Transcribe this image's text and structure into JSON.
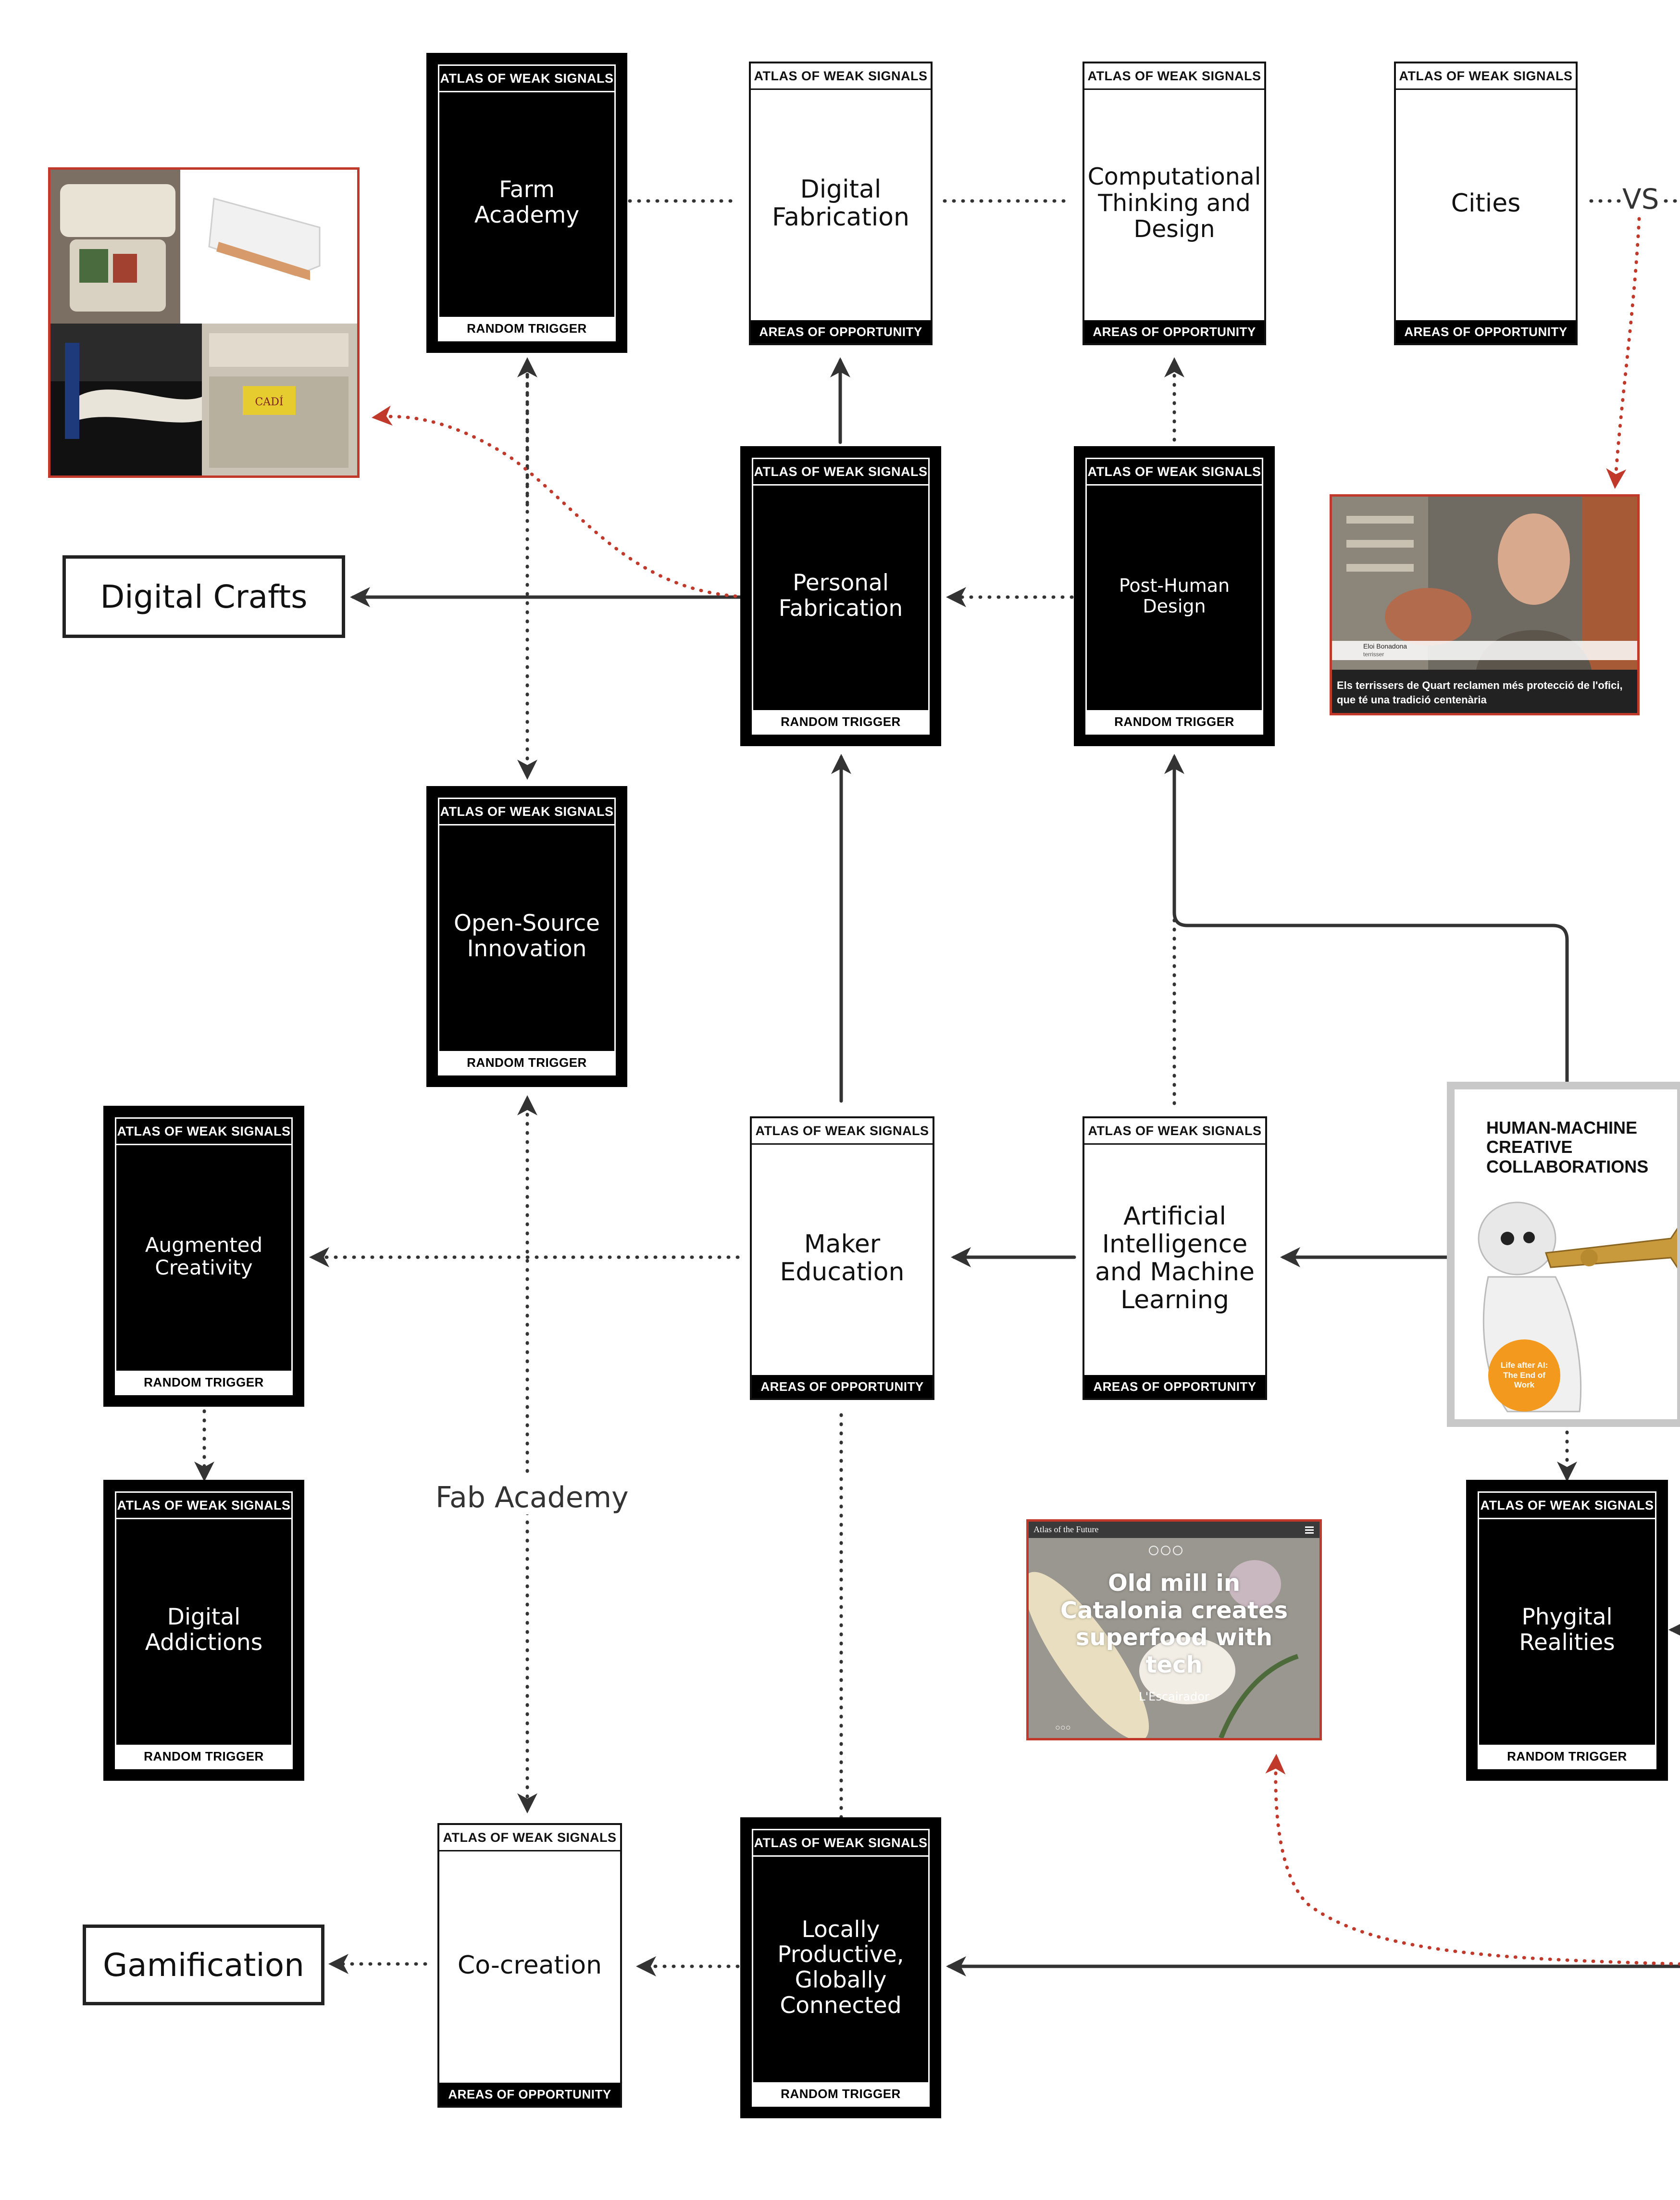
{
  "cards": {
    "farm_academy": {
      "header": "ATLAS OF WEAK SIGNALS",
      "title": "Farm\nAcademy",
      "footer": "RANDOM TRIGGER"
    },
    "digital_fabrication": {
      "header": "ATLAS OF WEAK SIGNALS",
      "title": "Digital\nFabrication",
      "footer": "AREAS OF OPPORTUNITY"
    },
    "computational_thinking": {
      "header": "ATLAS OF WEAK SIGNALS",
      "title": "Computational\nThinking and\nDesign",
      "footer": "AREAS OF OPPORTUNITY"
    },
    "cities": {
      "header": "ATLAS OF WEAK SIGNALS",
      "title": "Cities",
      "footer": "AREAS OF OPPORTUNITY"
    },
    "personal_fabrication": {
      "header": "ATLAS OF WEAK SIGNALS",
      "title": "Personal\nFabrication",
      "footer": "RANDOM TRIGGER"
    },
    "post_human_design": {
      "header": "ATLAS OF WEAK SIGNALS",
      "title": "Post-Human\nDesign",
      "footer": "RANDOM TRIGGER"
    },
    "open_source_innovation": {
      "header": "ATLAS OF WEAK SIGNALS",
      "title": "Open-Source\nInnovation",
      "footer": "RANDOM TRIGGER"
    },
    "augmented_creativity": {
      "header": "ATLAS OF WEAK SIGNALS",
      "title": "Augmented\nCreativity",
      "footer": "RANDOM TRIGGER"
    },
    "maker_education": {
      "header": "ATLAS OF WEAK SIGNALS",
      "title": "Maker\nEducation",
      "footer": "AREAS OF OPPORTUNITY"
    },
    "ai_ml": {
      "header": "ATLAS OF WEAK SIGNALS",
      "title": "Artificial\nIntelligence\nand Machine\nLearning",
      "footer": "AREAS OF OPPORTUNITY"
    },
    "digital_addictions": {
      "header": "ATLAS OF WEAK SIGNALS",
      "title": "Digital\nAddictions",
      "footer": "RANDOM TRIGGER"
    },
    "phygital_realities": {
      "header": "ATLAS OF WEAK SIGNALS",
      "title": "Phygital\nRealities",
      "footer": "RANDOM TRIGGER"
    },
    "co_creation": {
      "header": "ATLAS OF WEAK SIGNALS",
      "title": "Co-creation",
      "footer": "AREAS OF OPPORTUNITY"
    },
    "locally_productive": {
      "header": "ATLAS OF WEAK SIGNALS",
      "title": "Locally\nProductive,\nGlobally\nConnected",
      "footer": "RANDOM TRIGGER"
    }
  },
  "boxes": {
    "digital_crafts": "Digital Crafts",
    "gamification": "Gamification"
  },
  "labels": {
    "vs": "VS",
    "fab_academy": "Fab Academy"
  },
  "news_card": {
    "caption": "Els terrissers de Quart reclamen més protecció de l'ofici, que té una tradició centenària",
    "lower_third_name": "Eloi Bonadona",
    "lower_third_role": "terrisser"
  },
  "hm_card": {
    "title": "HUMAN-MACHINE\nCREATIVE\nCOLLABORATIONS",
    "badge": "Life after AI: The End of Work"
  },
  "article_card": {
    "site": "Atlas of the Future",
    "headline": "Old mill in Catalonia creates superfood with tech",
    "subtitle": "L'Escairador"
  },
  "fridge_card": {
    "brand_label": "CADÍ"
  },
  "colors": {
    "accent_red": "#c0392b",
    "line": "#333333",
    "badge_orange": "#f39a1e"
  }
}
